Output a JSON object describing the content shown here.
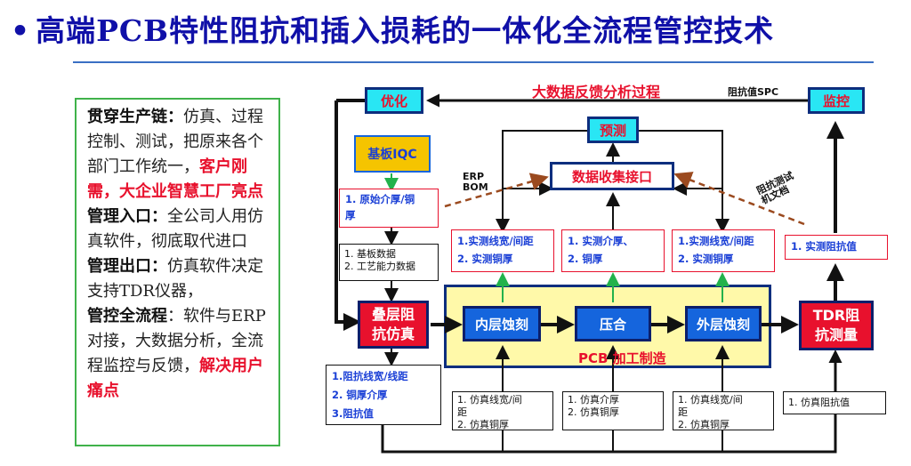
{
  "title": "高端PCB特性阻抗和插入损耗的一体化全流程管控技术",
  "left_panel": {
    "p1_bold": "贯穿生产链：",
    "p1_text": "仿真、过程控制、测试，把原来各个部门工作统一，",
    "p1_red": "客户刚需，大企业智慧工厂亮点",
    "p2_bold": "管理入口：",
    "p2_text": "全公司人用仿真软件，彻底取代进口",
    "p3_bold": "管理出口：",
    "p3_text": "仿真软件决定支持TDR仪器，",
    "p4_bold": "管控全流程",
    "p4_text": "：软件与ERP对接，大数据分析，全流程监控与反馈，",
    "p4_red": "解决用户痛点"
  },
  "diagram": {
    "bigdata": "大数据反馈分析过程",
    "spc": "阻抗值SPC",
    "optimize": "优化",
    "monitor": "监控",
    "predict": "预测",
    "collect": "数据收集接口",
    "iqc": "基板IQC",
    "erp": "ERP",
    "bom": "BOM",
    "imp_doc_1": "阻抗测试",
    "imp_doc_2": "机文档",
    "orig_1": "1. 原始介厚/铜",
    "orig_2": "厚",
    "sub_1": "1.  基板数据",
    "sub_2": "2.  工艺能力数据",
    "meas1_1": "1.实测线宽/间距",
    "meas1_2": "2. 实测铜厚",
    "meas2_1": "1.   实测介厚、",
    "meas2_2": "2.   铜厚",
    "meas3_1": "1.实测线宽/间距",
    "meas3_2": "2. 实测铜厚",
    "meas4": "1. 实测阻抗值",
    "stack_1": "叠层阻",
    "stack_2": "抗仿真",
    "inner": "内层蚀刻",
    "press": "压合",
    "outer": "外层蚀刻",
    "tdr_1": "TDR阻",
    "tdr_2": "抗测量",
    "pcb": "PCB",
    "manufacture": "加工制造",
    "sim_out_1": "1.阻抗线宽/线距",
    "sim_out_2": "2. 铜厚介厚",
    "sim_out_3": "3.阻抗值",
    "sim1_1": "1.  仿真线宽/间",
    "sim1_2": "距",
    "sim1_3": "2.  仿真铜厚",
    "sim2_1": "1.  仿真介厚",
    "sim2_2": "2.  仿真铜厚",
    "sim3_1": "1.  仿真线宽/间",
    "sim3_2": "距",
    "sim3_3": "2.  仿真铜厚",
    "sim4": "1.  仿真阻抗值"
  },
  "colors": {
    "accent_blue": "#1565dd",
    "red": "#e8112d",
    "cyan": "#29e6f4",
    "yellow": "#fff9a9",
    "green": "#3fb24a",
    "navy": "#0d2e7e"
  }
}
